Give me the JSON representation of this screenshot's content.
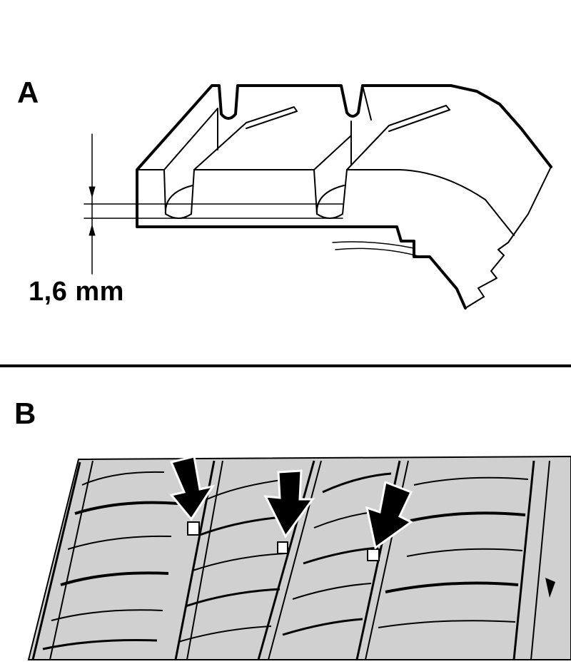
{
  "panels": {
    "a": {
      "label": "A",
      "dimension_text": "1,6 mm"
    },
    "b": {
      "label": "B"
    }
  },
  "colors": {
    "line": "#000000",
    "tread_fill": "#d0d0d0",
    "background": "#ffffff"
  }
}
